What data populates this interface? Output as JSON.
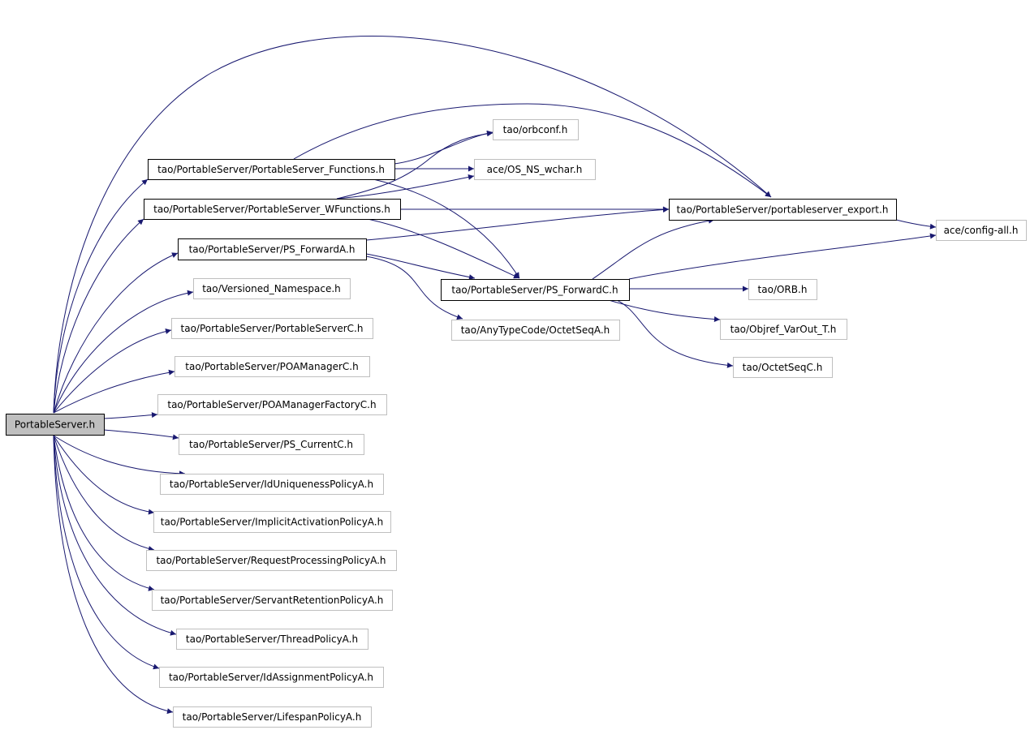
{
  "diagram": {
    "colors": {
      "edge": "#191970",
      "arrowhead": "#191970",
      "root_fill": "#bfbfbf",
      "root_border": "#000000",
      "linked_border": "#000000",
      "plain_border": "#bfbfbf",
      "node_fill": "#ffffff",
      "text": "#000000"
    },
    "nodes": [
      {
        "id": "n0",
        "label": "PortableServer.h",
        "style": "root"
      },
      {
        "id": "n1",
        "label": "tao/PortableServer/PortableServer_Functions.h",
        "style": "linked"
      },
      {
        "id": "n2",
        "label": "tao/PortableServer/PortableServer_WFunctions.h",
        "style": "linked"
      },
      {
        "id": "n3",
        "label": "tao/PortableServer/PS_ForwardA.h",
        "style": "linked"
      },
      {
        "id": "n4",
        "label": "tao/Versioned_Namespace.h",
        "style": "plain"
      },
      {
        "id": "n5",
        "label": "tao/PortableServer/PortableServerC.h",
        "style": "plain"
      },
      {
        "id": "n6",
        "label": "tao/PortableServer/POAManagerC.h",
        "style": "plain"
      },
      {
        "id": "n7",
        "label": "tao/PortableServer/POAManagerFactoryC.h",
        "style": "plain"
      },
      {
        "id": "n8",
        "label": "tao/PortableServer/PS_CurrentC.h",
        "style": "plain"
      },
      {
        "id": "n9",
        "label": "tao/PortableServer/IdUniquenessPolicyA.h",
        "style": "plain"
      },
      {
        "id": "n10",
        "label": "tao/PortableServer/ImplicitActivationPolicyA.h",
        "style": "plain"
      },
      {
        "id": "n11",
        "label": "tao/PortableServer/RequestProcessingPolicyA.h",
        "style": "plain"
      },
      {
        "id": "n12",
        "label": "tao/PortableServer/ServantRetentionPolicyA.h",
        "style": "plain"
      },
      {
        "id": "n13",
        "label": "tao/PortableServer/ThreadPolicyA.h",
        "style": "plain"
      },
      {
        "id": "n14",
        "label": "tao/PortableServer/IdAssignmentPolicyA.h",
        "style": "plain"
      },
      {
        "id": "n15",
        "label": "tao/PortableServer/LifespanPolicyA.h",
        "style": "plain"
      },
      {
        "id": "n16",
        "label": "tao/orbconf.h",
        "style": "plain"
      },
      {
        "id": "n17",
        "label": "ace/OS_NS_wchar.h",
        "style": "plain"
      },
      {
        "id": "n18",
        "label": "tao/PortableServer/portableserver_export.h",
        "style": "linked"
      },
      {
        "id": "n19",
        "label": "ace/config-all.h",
        "style": "plain"
      },
      {
        "id": "n20",
        "label": "tao/PortableServer/PS_ForwardC.h",
        "style": "linked"
      },
      {
        "id": "n21",
        "label": "tao/AnyTypeCode/OctetSeqA.h",
        "style": "plain"
      },
      {
        "id": "n22",
        "label": "tao/ORB.h",
        "style": "plain"
      },
      {
        "id": "n23",
        "label": "tao/Objref_VarOut_T.h",
        "style": "plain"
      },
      {
        "id": "n24",
        "label": "tao/OctetSeqC.h",
        "style": "plain"
      }
    ],
    "edges": [
      {
        "from": "n0",
        "to": "n1"
      },
      {
        "from": "n0",
        "to": "n18"
      },
      {
        "from": "n0",
        "to": "n2"
      },
      {
        "from": "n0",
        "to": "n3"
      },
      {
        "from": "n0",
        "to": "n4"
      },
      {
        "from": "n0",
        "to": "n5"
      },
      {
        "from": "n0",
        "to": "n6"
      },
      {
        "from": "n0",
        "to": "n7"
      },
      {
        "from": "n0",
        "to": "n8"
      },
      {
        "from": "n0",
        "to": "n9"
      },
      {
        "from": "n0",
        "to": "n10"
      },
      {
        "from": "n0",
        "to": "n11"
      },
      {
        "from": "n0",
        "to": "n12"
      },
      {
        "from": "n0",
        "to": "n13"
      },
      {
        "from": "n0",
        "to": "n14"
      },
      {
        "from": "n0",
        "to": "n15"
      },
      {
        "from": "n1",
        "to": "n16"
      },
      {
        "from": "n1",
        "to": "n17"
      },
      {
        "from": "n1",
        "to": "n18"
      },
      {
        "from": "n1",
        "to": "n20"
      },
      {
        "from": "n2",
        "to": "n16"
      },
      {
        "from": "n2",
        "to": "n17"
      },
      {
        "from": "n2",
        "to": "n18"
      },
      {
        "from": "n2",
        "to": "n20"
      },
      {
        "from": "n3",
        "to": "n18"
      },
      {
        "from": "n3",
        "to": "n20"
      },
      {
        "from": "n3",
        "to": "n21"
      },
      {
        "from": "n18",
        "to": "n19"
      },
      {
        "from": "n20",
        "to": "n18"
      },
      {
        "from": "n20",
        "to": "n19"
      },
      {
        "from": "n20",
        "to": "n22"
      },
      {
        "from": "n20",
        "to": "n23"
      },
      {
        "from": "n20",
        "to": "n24"
      }
    ]
  }
}
